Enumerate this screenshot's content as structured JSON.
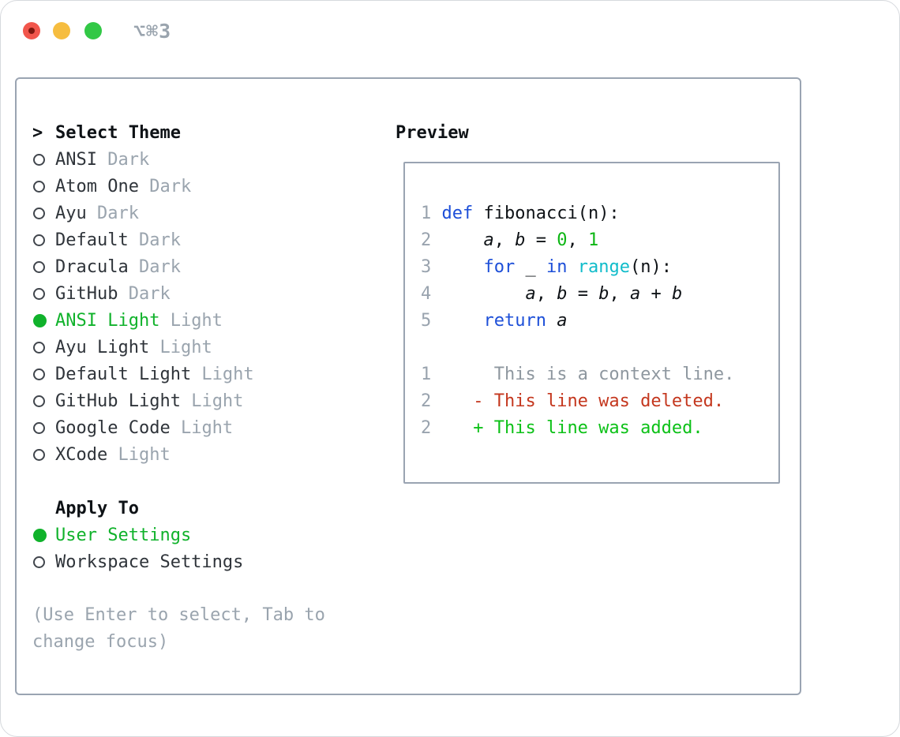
{
  "titlebar": {
    "shortcut": "⌥⌘3"
  },
  "theme_panel": {
    "header_marker": ">",
    "header": "Select Theme",
    "items": [
      {
        "label": "ANSI",
        "variant": "Dark",
        "selected": false
      },
      {
        "label": "Atom One",
        "variant": "Dark",
        "selected": false
      },
      {
        "label": "Ayu",
        "variant": "Dark",
        "selected": false
      },
      {
        "label": "Default",
        "variant": "Dark",
        "selected": false
      },
      {
        "label": "Dracula",
        "variant": "Dark",
        "selected": false
      },
      {
        "label": "GitHub",
        "variant": "Dark",
        "selected": false
      },
      {
        "label": "ANSI Light",
        "variant": "Light",
        "selected": true
      },
      {
        "label": "Ayu Light",
        "variant": "Light",
        "selected": false
      },
      {
        "label": "Default Light",
        "variant": "Light",
        "selected": false
      },
      {
        "label": "GitHub Light",
        "variant": "Light",
        "selected": false
      },
      {
        "label": "Google Code",
        "variant": "Light",
        "selected": false
      },
      {
        "label": "XCode",
        "variant": "Light",
        "selected": false
      }
    ],
    "apply_header": "Apply To",
    "apply_options": [
      {
        "label": "User Settings",
        "selected": true
      },
      {
        "label": "Workspace Settings",
        "selected": false
      }
    ],
    "hint": "(Use Enter to select, Tab to change focus)"
  },
  "preview": {
    "header": "Preview",
    "code": [
      {
        "num": "1",
        "tokens": [
          {
            "text": "def",
            "style": "keyword"
          },
          {
            "text": " fibonacci(n):",
            "style": "plain"
          }
        ]
      },
      {
        "num": "2",
        "tokens": [
          {
            "text": "    ",
            "style": "plain"
          },
          {
            "text": "a",
            "style": "variable"
          },
          {
            "text": ", ",
            "style": "plain"
          },
          {
            "text": "b",
            "style": "variable"
          },
          {
            "text": " = ",
            "style": "plain"
          },
          {
            "text": "0",
            "style": "number"
          },
          {
            "text": ", ",
            "style": "plain"
          },
          {
            "text": "1",
            "style": "number"
          }
        ]
      },
      {
        "num": "3",
        "tokens": [
          {
            "text": "    ",
            "style": "plain"
          },
          {
            "text": "for",
            "style": "keyword"
          },
          {
            "text": " _ ",
            "style": "plain"
          },
          {
            "text": "in",
            "style": "keyword"
          },
          {
            "text": " ",
            "style": "plain"
          },
          {
            "text": "range",
            "style": "function"
          },
          {
            "text": "(n):",
            "style": "plain"
          }
        ]
      },
      {
        "num": "4",
        "tokens": [
          {
            "text": "        ",
            "style": "plain"
          },
          {
            "text": "a",
            "style": "variable"
          },
          {
            "text": ", ",
            "style": "plain"
          },
          {
            "text": "b",
            "style": "variable"
          },
          {
            "text": " = ",
            "style": "plain"
          },
          {
            "text": "b",
            "style": "variable"
          },
          {
            "text": ", ",
            "style": "plain"
          },
          {
            "text": "a",
            "style": "variable"
          },
          {
            "text": " + ",
            "style": "plain"
          },
          {
            "text": "b",
            "style": "variable"
          }
        ]
      },
      {
        "num": "5",
        "tokens": [
          {
            "text": "    ",
            "style": "plain"
          },
          {
            "text": "return",
            "style": "keyword"
          },
          {
            "text": " ",
            "style": "plain"
          },
          {
            "text": "a",
            "style": "variable"
          }
        ]
      }
    ],
    "diff": [
      {
        "num": "1",
        "text": "     This is a context line.",
        "type": "context"
      },
      {
        "num": "2",
        "text": "   - This line was deleted.",
        "type": "deleted"
      },
      {
        "num": "2",
        "text": "   + This line was added.",
        "type": "added"
      }
    ]
  },
  "colors": {
    "ink": "#0e1216",
    "label": "#2f343a",
    "muted": "#9aa4ae",
    "linenum": "#99a3ae",
    "context": "#8e979f",
    "frame": "#9aa4b2",
    "radio-ring": "#40454c",
    "ui_green": "#10b22b",
    "keyword": "#1d4fd8",
    "function": "#10bcca",
    "number": "#0db614",
    "deleted": "#c4371e",
    "added": "#0cc117",
    "traffic_red": "#f1564c",
    "traffic_red_dot": "#7e180f",
    "traffic_yellow": "#f6bd3f",
    "traffic_green": "#32c846"
  }
}
